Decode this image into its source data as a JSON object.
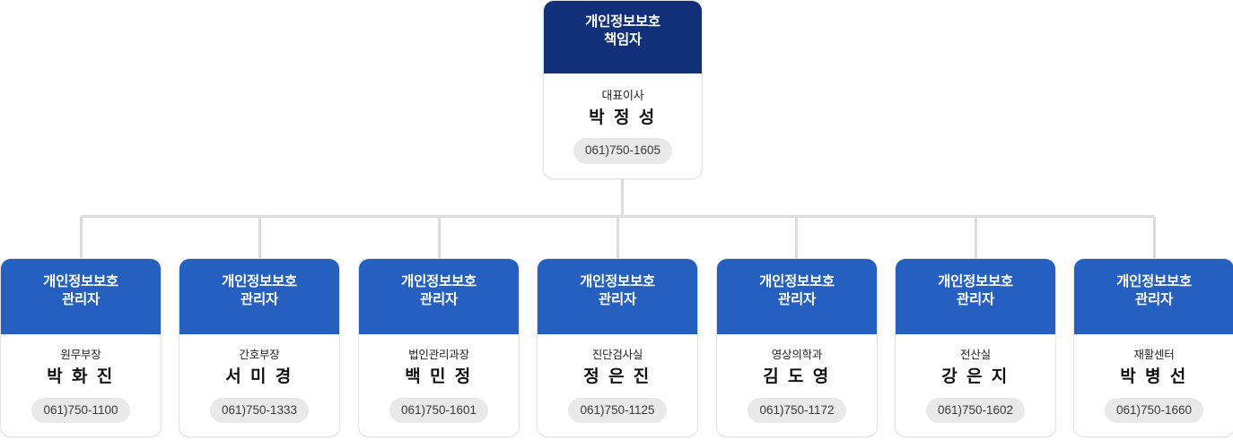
{
  "chart": {
    "type": "org-chart",
    "title_role_top": "개인정보보호\n책임자",
    "colors": {
      "root_header": "#12307a",
      "child_header": "#2560c0",
      "connector": "#dcdcdc",
      "phone_badge": "#e9e9e9",
      "card_background": "#ffffff"
    },
    "root": {
      "role_line1": "개인정보보호",
      "role_line2": "책임자",
      "department": "대표이사",
      "name": "박 정 성",
      "phone": "061)750-1605"
    },
    "children": [
      {
        "role_line1": "개인정보보호",
        "role_line2": "관리자",
        "department": "원무부장",
        "name": "박 화 진",
        "phone": "061)750-1100"
      },
      {
        "role_line1": "개인정보보호",
        "role_line2": "관리자",
        "department": "간호부장",
        "name": "서 미 경",
        "phone": "061)750-1333"
      },
      {
        "role_line1": "개인정보보호",
        "role_line2": "관리자",
        "department": "법인관리과장",
        "name": "백 민 정",
        "phone": "061)750-1601"
      },
      {
        "role_line1": "개인정보보호",
        "role_line2": "관리자",
        "department": "진단검사실",
        "name": "정 은 진",
        "phone": "061)750-1125"
      },
      {
        "role_line1": "개인정보보호",
        "role_line2": "관리자",
        "department": "영상의학과",
        "name": "김 도 영",
        "phone": "061)750-1172"
      },
      {
        "role_line1": "개인정보보호",
        "role_line2": "관리자",
        "department": "전산실",
        "name": "강 은 지",
        "phone": "061)750-1602"
      },
      {
        "role_line1": "개인정보보호",
        "role_line2": "관리자",
        "department": "재활센터",
        "name": "박 병 선",
        "phone": "061)750-1660"
      }
    ]
  }
}
